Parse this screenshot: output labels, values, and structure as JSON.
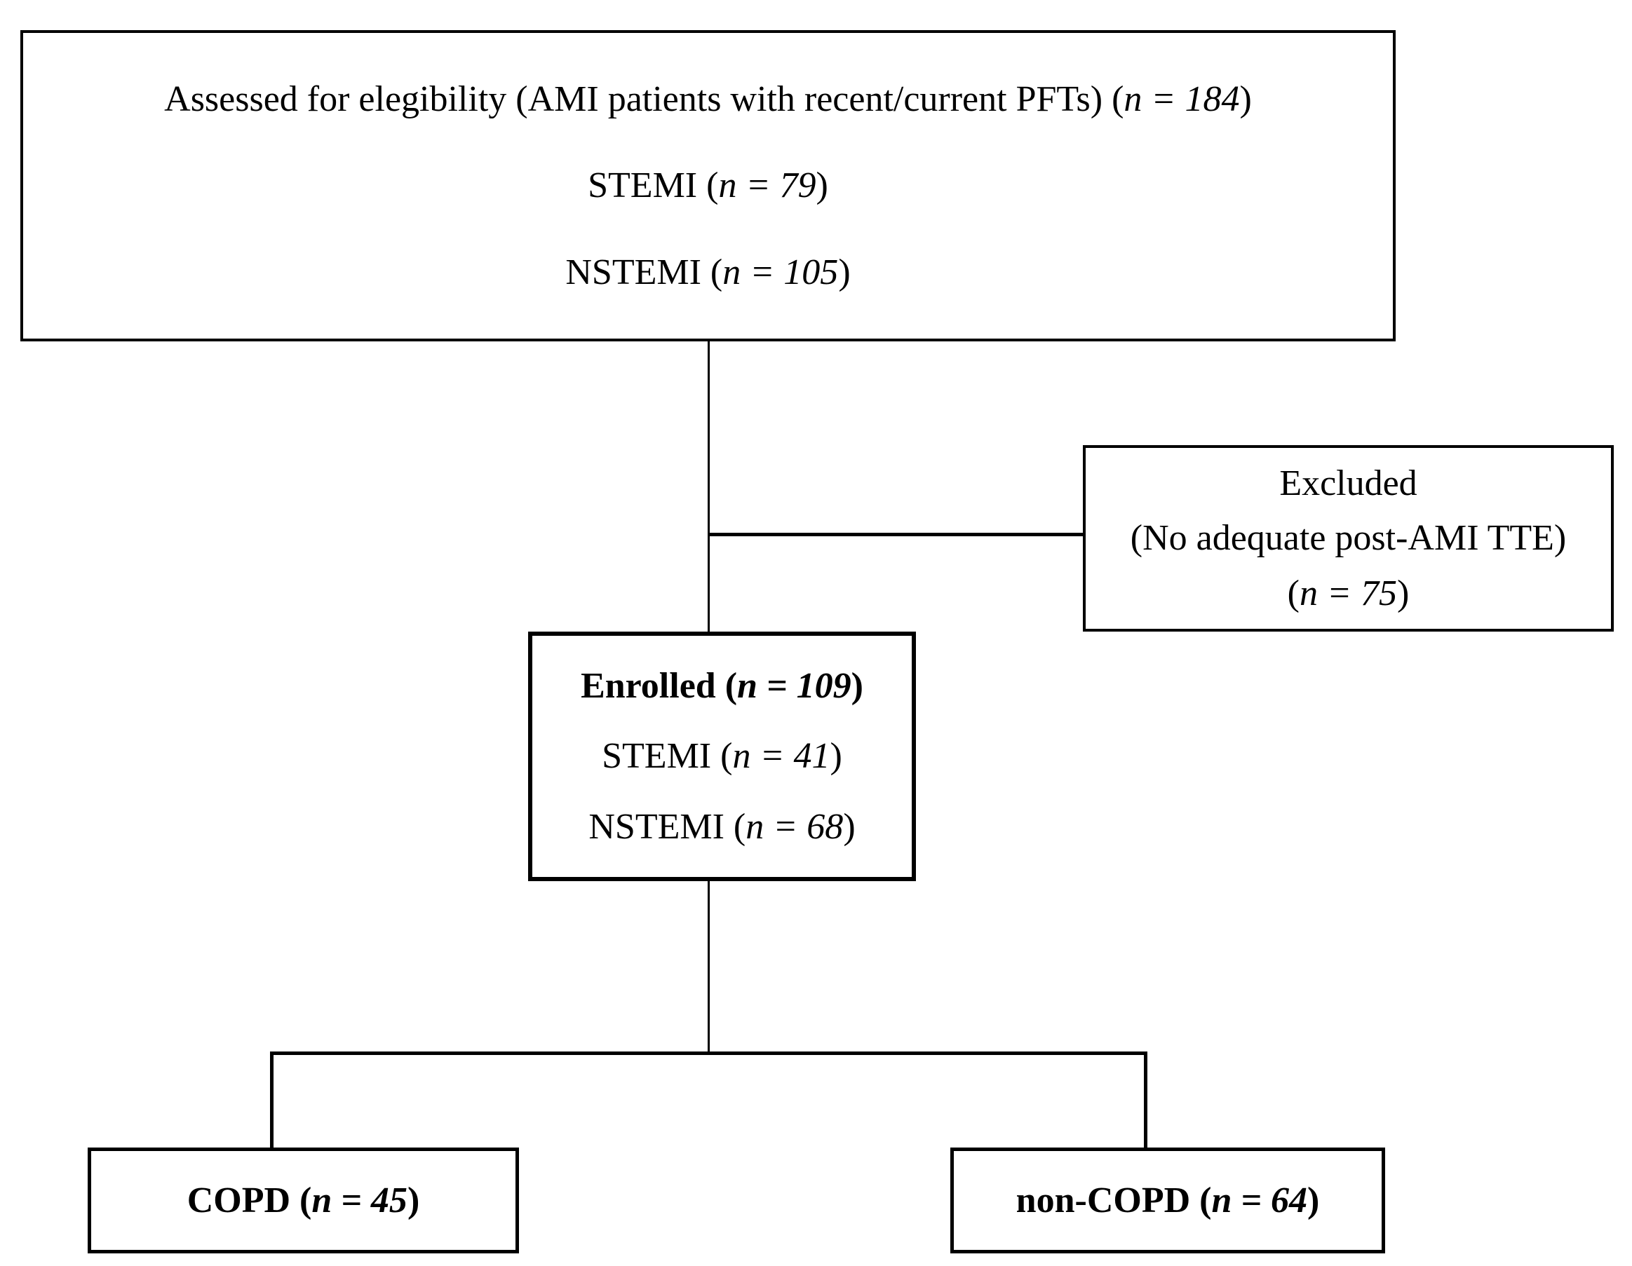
{
  "colors": {
    "background": "#ffffff",
    "line": "#000000",
    "text": "#000000"
  },
  "boxes": {
    "assessed": {
      "lines": [
        {
          "pre": "Assessed for elegibility (AMI patients with recent/current PFTs) (",
          "em": "n = 184",
          "post": ")"
        },
        {
          "pre": "STEMI (",
          "em": "n = 79",
          "post": ")"
        },
        {
          "pre": "NSTEMI (",
          "em": "n = 105",
          "post": ")"
        }
      ]
    },
    "excluded": {
      "lines": [
        {
          "pre": "Excluded",
          "em": "",
          "post": ""
        },
        {
          "pre": "(No adequate post-AMI TTE)",
          "em": "",
          "post": ""
        },
        {
          "pre": "(",
          "em": "n = 75",
          "post": ")"
        }
      ]
    },
    "enrolled": {
      "lines": [
        {
          "pre": "Enrolled (",
          "em": "n = 109",
          "post": ")"
        },
        {
          "pre": "STEMI (",
          "em": "n = 41",
          "post": ")"
        },
        {
          "pre": "NSTEMI (",
          "em": "n = 68",
          "post": ")"
        }
      ]
    },
    "copd": {
      "lines": [
        {
          "pre": "COPD (",
          "em": "n = 45",
          "post": ")"
        }
      ]
    },
    "noncopd": {
      "lines": [
        {
          "pre": "non-COPD (",
          "em": "n = 64",
          "post": ")"
        }
      ]
    }
  }
}
